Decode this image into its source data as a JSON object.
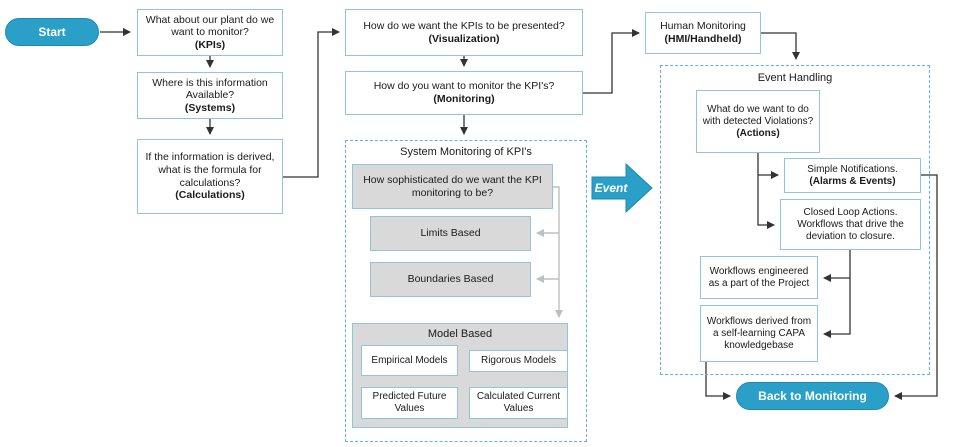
{
  "colors": {
    "accent": "#2aa0c8",
    "box_border": "#8fc6dd",
    "dashed_border": "#5fb4d4",
    "gray_fill": "#d9d9d9",
    "connector": "#333333",
    "gray_connector": "#bfbfbf"
  },
  "start": "Start",
  "flow": {
    "kpis": {
      "line1": "What about our plant do we want to monitor?",
      "line2": "(KPIs)"
    },
    "systems": {
      "line1": "Where is this information Available?",
      "line2": "(Systems)"
    },
    "calculations": {
      "line1": "If the information is derived, what is the formula for calculations?",
      "line2": "(Calculations)"
    },
    "visualization": {
      "line1": "How do we want the KPIs to be presented?",
      "line2": "(Visualization)"
    },
    "monitoring": {
      "line1": "How do you want to monitor the KPI's?",
      "line2": "(Monitoring)"
    },
    "human_monitoring": {
      "line1": "Human Monitoring",
      "line2": "(HMI/Handheld)"
    }
  },
  "system_monitoring": {
    "title": "System Monitoring of KPI's",
    "sophisticated": "How sophisticated do we want the KPI monitoring to be?",
    "limits": "Limits Based",
    "boundaries": "Boundaries Based",
    "model_based": {
      "title": "Model Based",
      "empirical": "Empirical Models",
      "rigorous": "Rigorous Models",
      "predicted": "Predicted Future Values",
      "calculated": "Calculated Current Values"
    }
  },
  "event_label": "Event",
  "event_handling": {
    "title": "Event Handling",
    "actions": {
      "line1": "What do we want to do with detected Violations?",
      "line2": "(Actions)"
    },
    "simple_notifications": {
      "line1": "Simple Notifications.",
      "line2": "(Alarms & Events)"
    },
    "closed_loop": "Closed Loop Actions. Workflows that drive the deviation to closure.",
    "workflows_project": "Workflows engineered as a part of the Project",
    "workflows_capa": "Workflows derived from a self-learning CAPA knowledgebase",
    "back": "Back to Monitoring"
  }
}
